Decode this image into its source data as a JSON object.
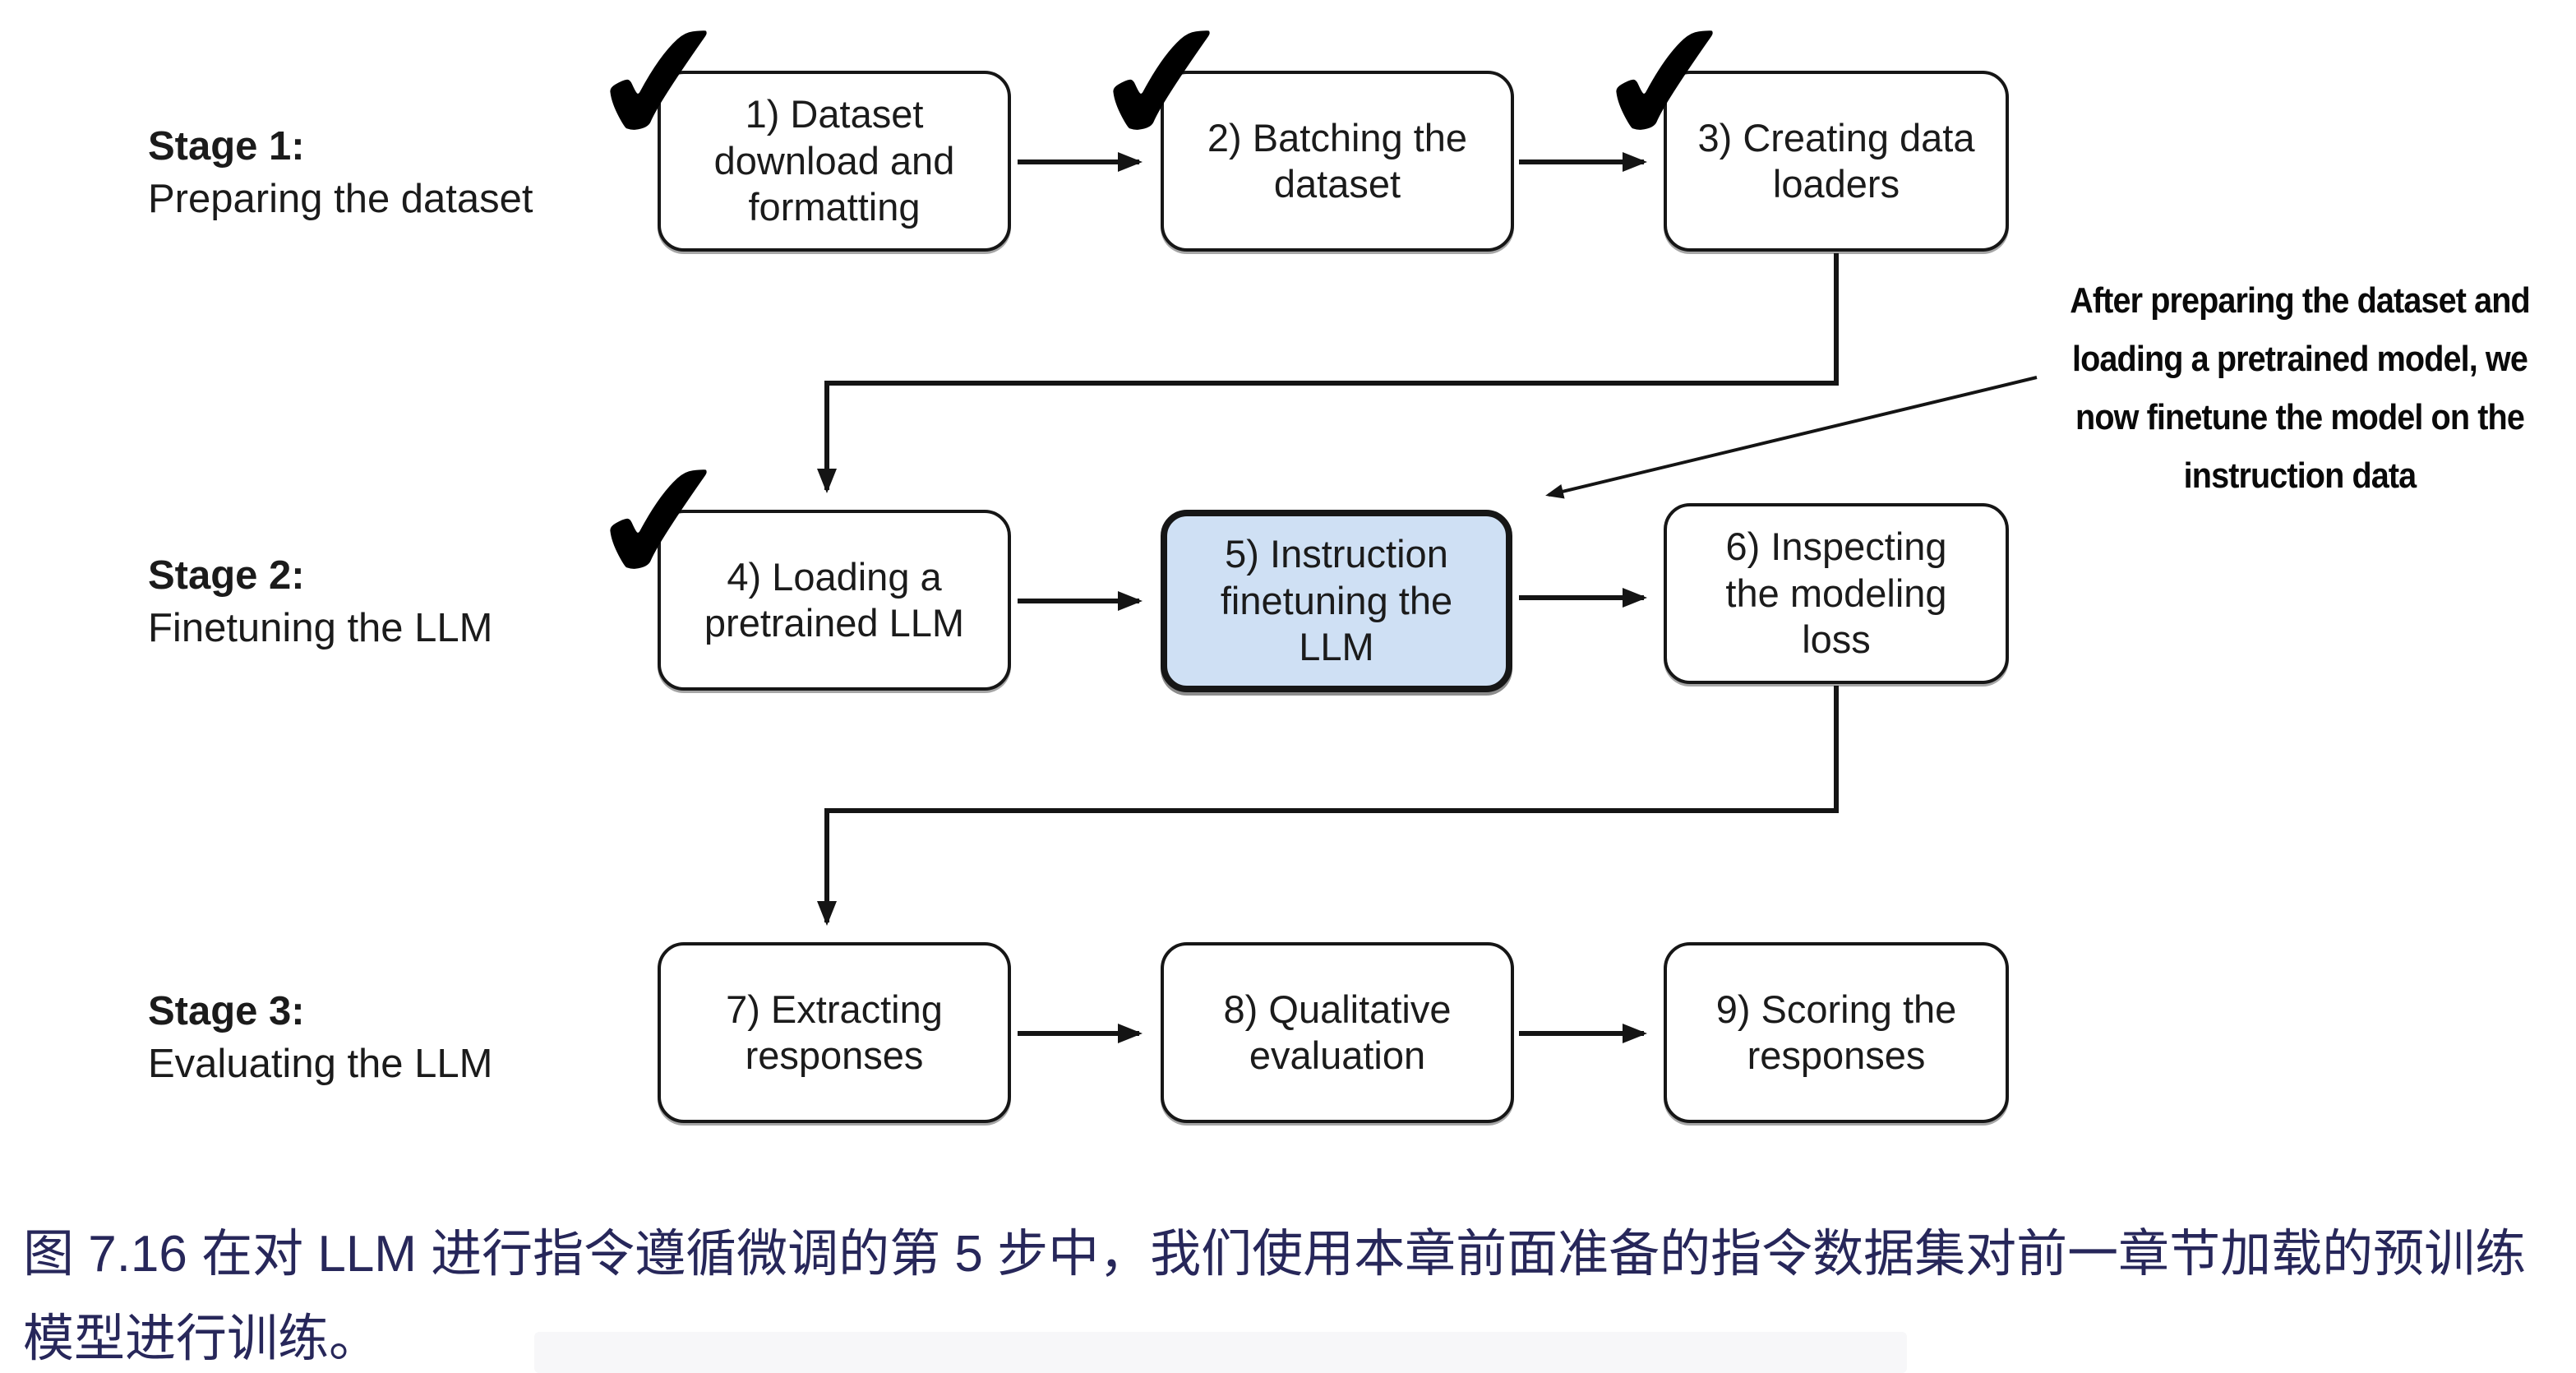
{
  "stages": [
    {
      "title": "Stage 1:",
      "subtitle": "Preparing the dataset"
    },
    {
      "title": "Stage 2:",
      "subtitle": "Finetuning the LLM"
    },
    {
      "title": "Stage 3:",
      "subtitle": "Evaluating the LLM"
    }
  ],
  "steps": [
    {
      "label": "1) Dataset download and formatting",
      "completed": true,
      "highlighted": false
    },
    {
      "label": "2) Batching the dataset",
      "completed": true,
      "highlighted": false
    },
    {
      "label": "3) Creating data loaders",
      "completed": true,
      "highlighted": false
    },
    {
      "label": "4) Loading a pretrained LLM",
      "completed": true,
      "highlighted": false
    },
    {
      "label": "5) Instruction finetuning the LLM",
      "completed": false,
      "highlighted": true
    },
    {
      "label": "6) Inspecting the modeling loss",
      "completed": false,
      "highlighted": false
    },
    {
      "label": "7) Extracting responses",
      "completed": false,
      "highlighted": false
    },
    {
      "label": "8) Qualitative evaluation",
      "completed": false,
      "highlighted": false
    },
    {
      "label": "9) Scoring the responses",
      "completed": false,
      "highlighted": false
    }
  ],
  "annotation": {
    "lines": [
      "After preparing the dataset and",
      "loading a pretrained model, we",
      "now finetune the model on the",
      "instruction data"
    ]
  },
  "caption": "图 7.16 在对 LLM 进行指令遵循微调的第 5 步中，我们使用本章前面准备的指令数据集对前一章节加载的预训练模型进行训练。",
  "icons": {
    "checkmark": "✔"
  },
  "colors": {
    "highlight-fill": "#cfe0f4",
    "caption-text": "#27275a",
    "line": "#141414"
  }
}
